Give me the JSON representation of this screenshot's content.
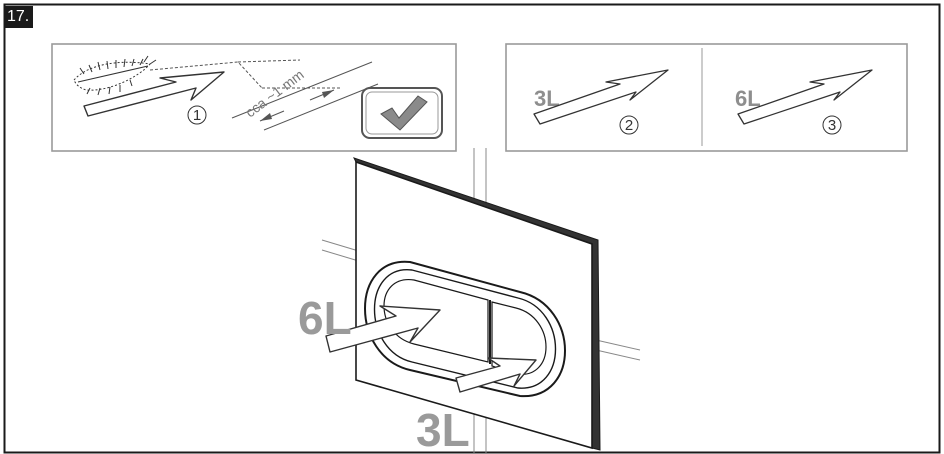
{
  "step": {
    "number": "17."
  },
  "panel_left": {
    "step_number": "1",
    "gap_label": "cca ~1 mm",
    "check_icon": "checkmark-icon"
  },
  "panel_right": {
    "half_label": "3L",
    "half_step": "2",
    "full_label": "6L",
    "full_step": "3"
  },
  "main": {
    "full_flush_label": "6L",
    "half_flush_label": "3L"
  },
  "colors": {
    "border": "#1a1a1a",
    "panel_border": "#9a9a9a",
    "label_gray": "#9a9a9a"
  }
}
